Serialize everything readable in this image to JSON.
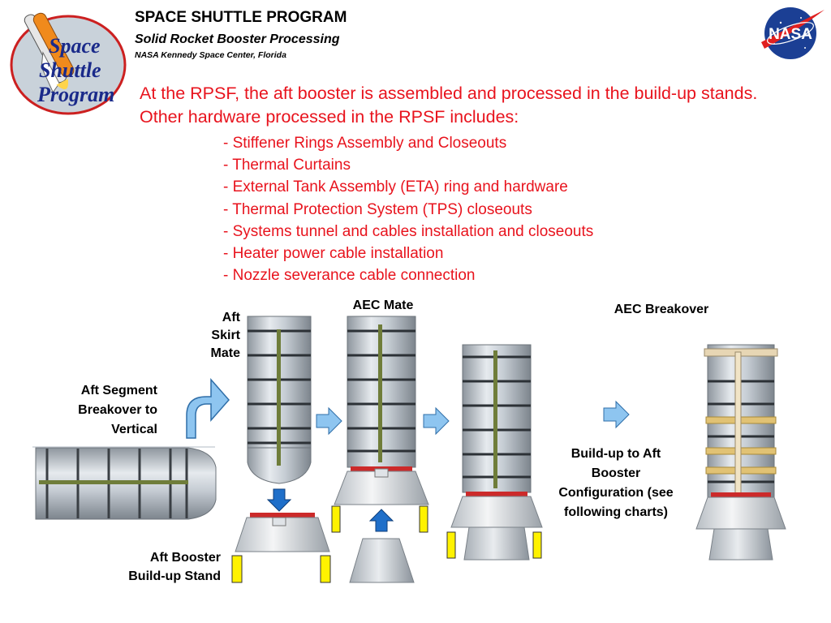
{
  "header": {
    "title": "SPACE SHUTTLE PROGRAM",
    "subtitle": "Solid Rocket Booster Processing",
    "location": "NASA Kennedy Space Center, Florida",
    "logo_left": {
      "line1": "Space",
      "line2": "Shuttle",
      "line3": "Program"
    },
    "logo_right": "NASA"
  },
  "intro": {
    "text": "At the RPSF, the aft booster is assembled and processed in the build-up stands.  Other hardware processed in the RPSF includes:",
    "items": [
      "- Stiffener Rings Assembly and Closeouts",
      "- Thermal Curtains",
      "- External Tank Assembly (ETA) ring and hardware",
      "- Thermal Protection System (TPS) closeouts",
      "- Systems tunnel and cables installation and closeouts",
      "- Heater power cable installation",
      "- Nozzle severance cable connection"
    ]
  },
  "labels": {
    "aft_segment": [
      "Aft Segment",
      "Breakover to",
      "Vertical"
    ],
    "aft_skirt": [
      "Aft",
      "Skirt",
      "Mate"
    ],
    "aec_mate": "AEC Mate",
    "aec_breakover": "AEC Breakover",
    "buildup": [
      "Build-up to Aft",
      "Booster",
      "Configuration (see",
      "following charts)"
    ],
    "stand": [
      "Aft Booster",
      "Build-up Stand"
    ]
  },
  "colors": {
    "accent_red": "#e8131d",
    "arrow_fill": "#8ec5f0",
    "arrow_stroke": "#2f6ea8",
    "blue_arrow": "#1f6fc9",
    "stand_yellow": "#fff200"
  }
}
